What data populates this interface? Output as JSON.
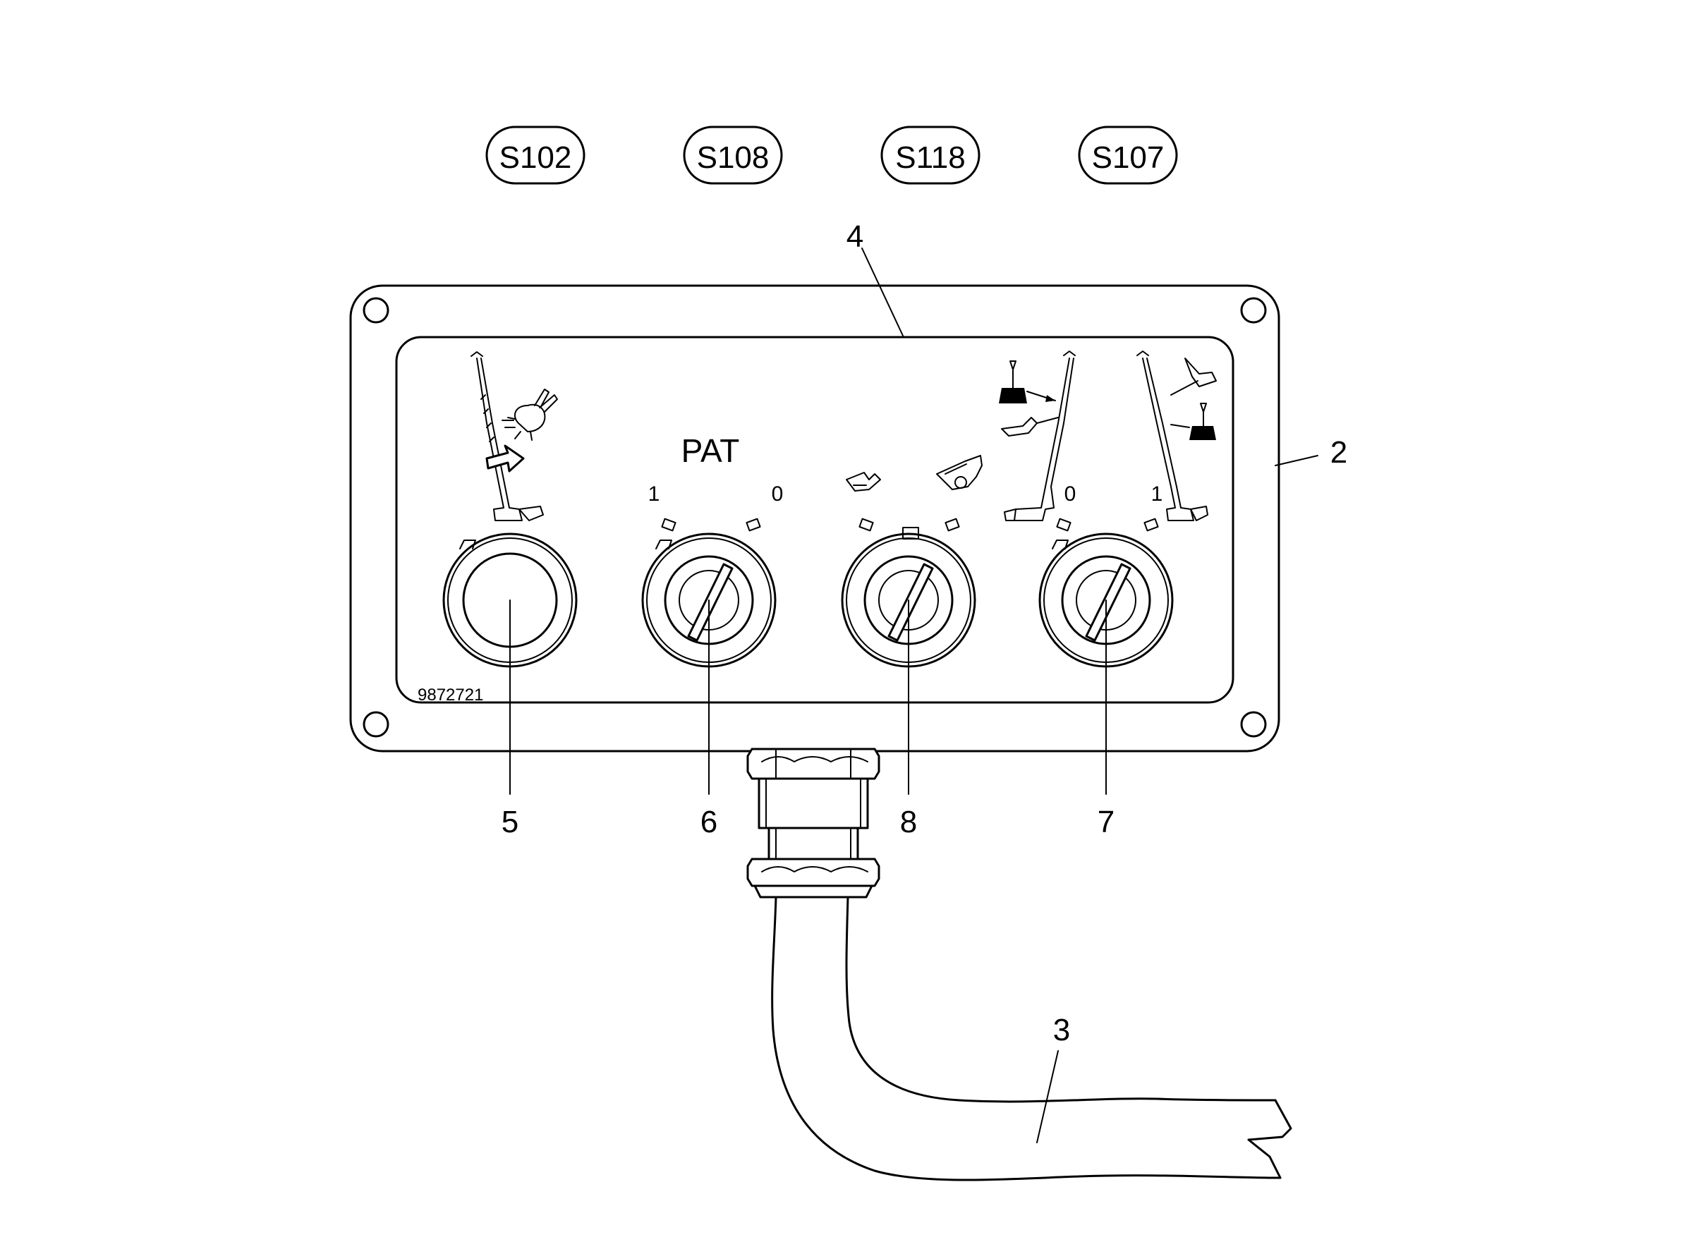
{
  "switch_codes": [
    "S102",
    "S108",
    "S118",
    "S107"
  ],
  "callouts": {
    "c2": "2",
    "c3": "3",
    "c4": "4",
    "c5": "5",
    "c6": "6",
    "c7": "7",
    "c8": "8"
  },
  "panel": {
    "pat_label": "PAT",
    "pat_pos_1": "1",
    "pat_pos_0": "0",
    "right_pos_0": "0",
    "right_pos_1": "1",
    "part_number": "9872721"
  },
  "icons": {
    "rabbit": "rabbit-speed-icon",
    "crane_left": "crane-boom-icon",
    "gripper": "gripper-jaw-icon",
    "weight": "weight-icon"
  }
}
